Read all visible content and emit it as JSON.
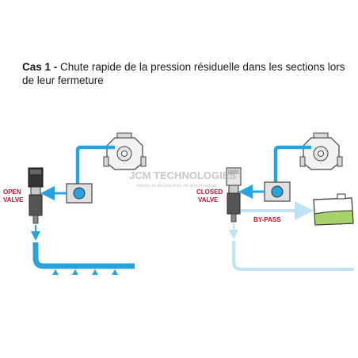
{
  "heading": {
    "case_label": "Cas 1 -",
    "description": "Chute rapide de la pression résiduelle dans les sections lors de leur fermeture"
  },
  "left_diagram": {
    "valve_label_line1": "OPEN",
    "valve_label_line2": "VALVE"
  },
  "right_diagram": {
    "valve_label_line1": "CLOSED",
    "valve_label_line2": "VALVE",
    "bypass_label": "BY-PASS"
  },
  "watermark": {
    "brand": "JCM TECHNOLOGIES",
    "tagline": "Buses et accessoires de pulvérisation"
  },
  "colors": {
    "pipe_active": "#29a3dc",
    "pipe_inactive": "#bfe3f3",
    "label_red": "#c8102e",
    "tank_fill": "#a8d26b"
  }
}
